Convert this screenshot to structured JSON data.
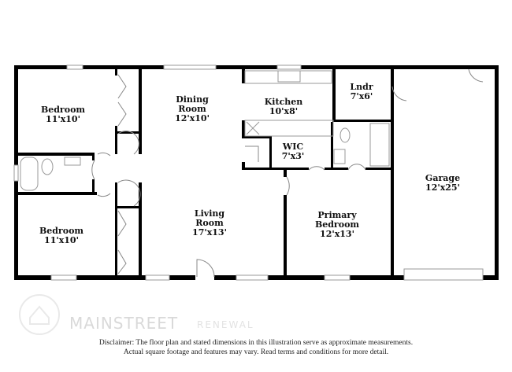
{
  "rooms": {
    "bedroom_top": {
      "name": "Bedroom",
      "dims": "11'x10'"
    },
    "bedroom_bottom": {
      "name": "Bedroom",
      "dims": "11'x10'"
    },
    "dining": {
      "name_line1": "Dining",
      "name_line2": "Room",
      "dims": "12'x10'"
    },
    "kitchen": {
      "name": "Kitchen",
      "dims": "10'x8'"
    },
    "laundry": {
      "name": "Lndr",
      "dims": "7'x6'"
    },
    "wic": {
      "name": "WIC",
      "dims": "7'x3'"
    },
    "living": {
      "name_line1": "Living",
      "name_line2": "Room",
      "dims": "17'x13'"
    },
    "primary": {
      "name_line1": "Primary",
      "name_line2": "Bedroom",
      "dims": "12'x13'"
    },
    "garage": {
      "name": "Garage",
      "dims": "12'x25'"
    }
  },
  "logo": {
    "text": "MAINSTREET",
    "sub": "RENEWAL"
  },
  "disclaimer": {
    "line1": "Disclaimer: The floor plan and stated dimensions in this illustration serve as approximate measurements.",
    "line2": "Actual square footage and features may vary. Read terms and conditions for more detail."
  }
}
